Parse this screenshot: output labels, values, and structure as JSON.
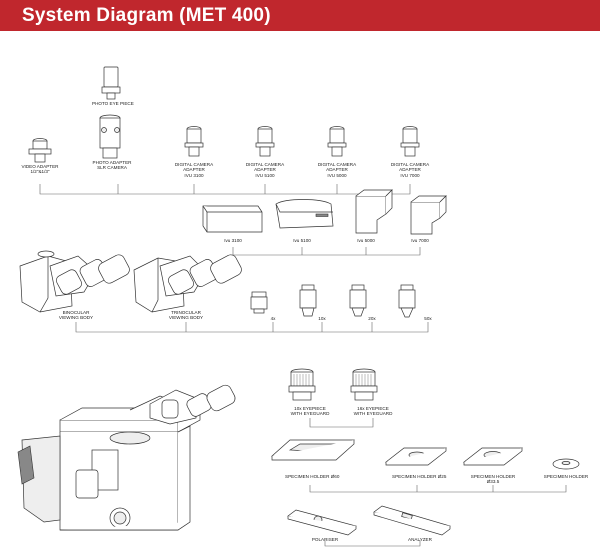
{
  "header": {
    "title": "System Diagram (MET 400)",
    "bg_color": "#c0272d",
    "text_color": "#ffffff"
  },
  "labels": {
    "photo_eyepiece": "PHOTO EYE PIECE",
    "video_adapter": "VIDEO ADAPTER\n1/2\"&1/3\"",
    "photo_adapter": "PHOTO ADAPTER\nSLR CAMERA",
    "cam_adapter_3100": "DIGITAL CAMERA\nADAPTER\nIVU 3100",
    "cam_adapter_5100": "DIGITAL CAMERA\nADAPTER\nIVU 5100",
    "cam_adapter_5000": "DIGITAL CAMERA\nADAPTER\nIVU 5000",
    "cam_adapter_7000": "DIGITAL CAMERA\nADAPTER\nIVU 7000",
    "cam_3100": "Ivu 3100",
    "cam_5100": "Ivu 5100",
    "cam_5000": "Ivu 5000",
    "cam_7000": "Ivu 7000",
    "binocular": "BINOCULAR\nVIEWING BODY",
    "trinocular": "TRINOCULAR\nVIEWING BODY",
    "obj_4x": "4x",
    "obj_10x": "10x",
    "obj_20x": "20x",
    "obj_50x": "50x",
    "eyepiece_10x": "10x EYEPIECE\nWITH EYEGUARD",
    "eyepiece_16x": "16x EYEPIECE\nWITH EYEGUARD",
    "holder_60": "SPECIMEN HOLDER Ø60",
    "holder_25": "SPECIMEN HOLDER Ø25",
    "holder_335": "SPECIMEN HOLDER\nØ33.5",
    "holder_plain": "SPECIMEN HOLDER",
    "polariser": "POLARISER",
    "analyzer": "ANALYZER"
  }
}
